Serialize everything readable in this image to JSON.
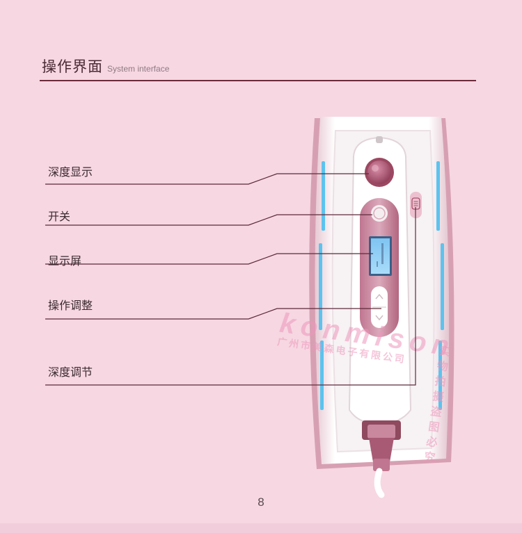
{
  "header": {
    "title_cn": "操作界面",
    "title_en": "System interface"
  },
  "callouts": {
    "depth_display": "深度显示",
    "power_switch": "开关",
    "display_screen": "显示屏",
    "operation_adjust": "操作调整",
    "depth_adjust": "深度调节"
  },
  "watermark": {
    "brand": "konmison",
    "company": "广州市美森电子有限公司",
    "right_line1": "实物拍摄",
    "right_line2": "盗图必究"
  },
  "footer": {
    "page_number": "8"
  },
  "colors": {
    "background": "#f6d7e2",
    "rule": "#6b2a3b",
    "device_accent": "#b56a86",
    "light_strip": "#5cc3ee"
  }
}
